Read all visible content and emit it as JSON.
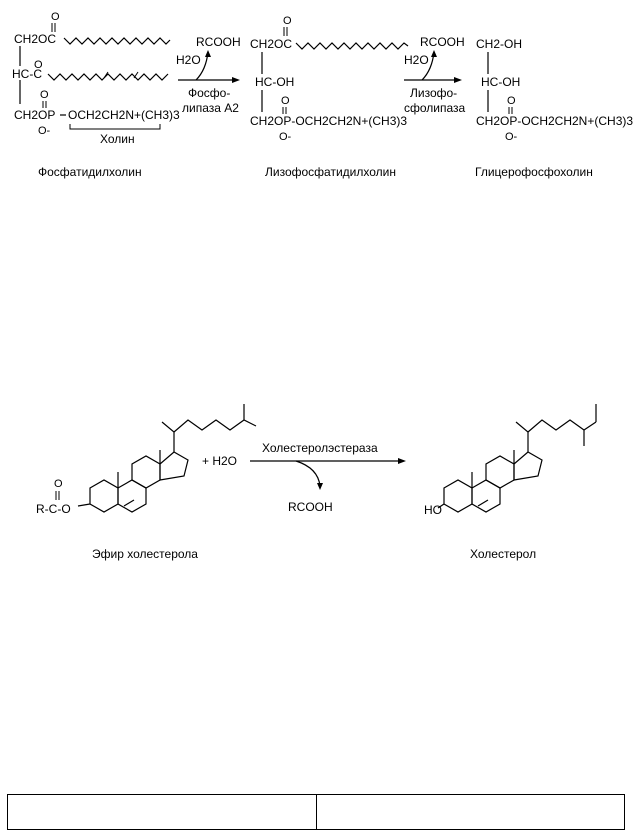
{
  "scheme1": {
    "reactant": {
      "name": "Фосфатидилхолин",
      "choline_label": "Холин",
      "row1": "CH2OC",
      "row2": "HC-C",
      "row3_prefix": "CH2OP",
      "row3_suffix": "OCH2CH2N+(CH3)3"
    },
    "step1": {
      "reagent_out": "RCOOH",
      "reagent_in": "H2O",
      "enzyme_line1": "Фосфо-",
      "enzyme_line2": "липаза A2"
    },
    "intermediate": {
      "name": "Лизофосфатидилхолин",
      "row1": "CH2OC",
      "row2": "HC-OH",
      "row3": "CH2OP-OCH2CH2N+(CH3)3"
    },
    "step2": {
      "reagent_out": "RCOOH",
      "reagent_in": "H2O",
      "enzyme_line1": "Лизофо-",
      "enzyme_line2": "сфолипаза"
    },
    "product": {
      "name": "Глицерофосфохолин",
      "row1": "CH2-OH",
      "row2": "HC-OH",
      "row3": "CH2OP-OCH2CH2N+(CH3)3"
    }
  },
  "scheme2": {
    "reactant": {
      "name": "Эфир холестерола",
      "ester_label": "R-C-O"
    },
    "water": "+ H2O",
    "enzyme": "Холестеролэстераза",
    "byproduct": "RCOOH",
    "product": {
      "name": "Холестерол",
      "hydroxyl": "HO"
    }
  },
  "atoms": {
    "oxygen": "O",
    "carbon": "C",
    "oxygen_minus": "O-"
  },
  "footer_table": {
    "cells": [
      "",
      ""
    ]
  }
}
